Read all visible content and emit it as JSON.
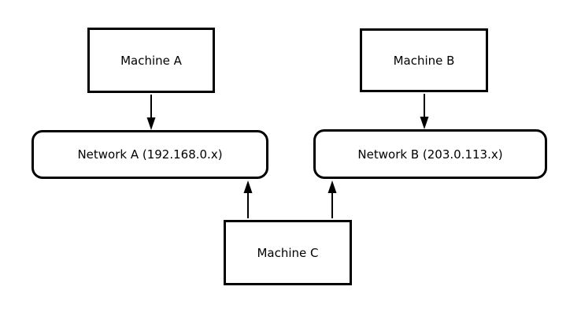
{
  "diagram": {
    "nodes": [
      {
        "id": "machine-a",
        "label": "Machine A",
        "shape": "rectangle"
      },
      {
        "id": "machine-b",
        "label": "Machine B",
        "shape": "rectangle"
      },
      {
        "id": "network-a",
        "label": "Network A (192.168.0.x)",
        "shape": "rounded-rectangle"
      },
      {
        "id": "network-b",
        "label": "Network B (203.0.113.x)",
        "shape": "rounded-rectangle"
      },
      {
        "id": "machine-c",
        "label": "Machine C",
        "shape": "rectangle"
      }
    ],
    "edges": [
      {
        "from": "Machine A",
        "to": "Network A (192.168.0.x)",
        "arrow": "down"
      },
      {
        "from": "Machine B",
        "to": "Network B (203.0.113.x)",
        "arrow": "down"
      },
      {
        "from": "Machine C",
        "to": "Network A (192.168.0.x)",
        "arrow": "up"
      },
      {
        "from": "Machine C",
        "to": "Network B (203.0.113.x)",
        "arrow": "up"
      }
    ],
    "colors": {
      "background": "#ffffff",
      "node_fill": "#ffffff",
      "node_stroke": "#000000",
      "edge_stroke": "#000000",
      "text": "#000000"
    }
  }
}
